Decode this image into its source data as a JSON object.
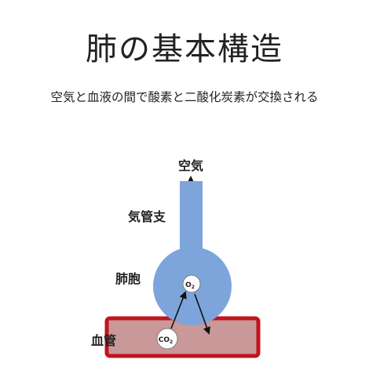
{
  "title": "肺の基本構造",
  "subtitle": "空気と血液の間で酸素と二酸化炭素が交換される",
  "labels": {
    "air": "空気",
    "bronchus": "気管支",
    "alveolus": "肺胞",
    "blood_vessel": "血管"
  },
  "molecules": {
    "oxygen": "O",
    "oxygen_subscript": "2",
    "carbon_dioxide": "CO",
    "carbon_dioxide_subscript": "2"
  },
  "colors": {
    "airway_blue": "#7ea4dc",
    "vessel_fill": "#c99898",
    "vessel_border": "#c0141c"
  }
}
